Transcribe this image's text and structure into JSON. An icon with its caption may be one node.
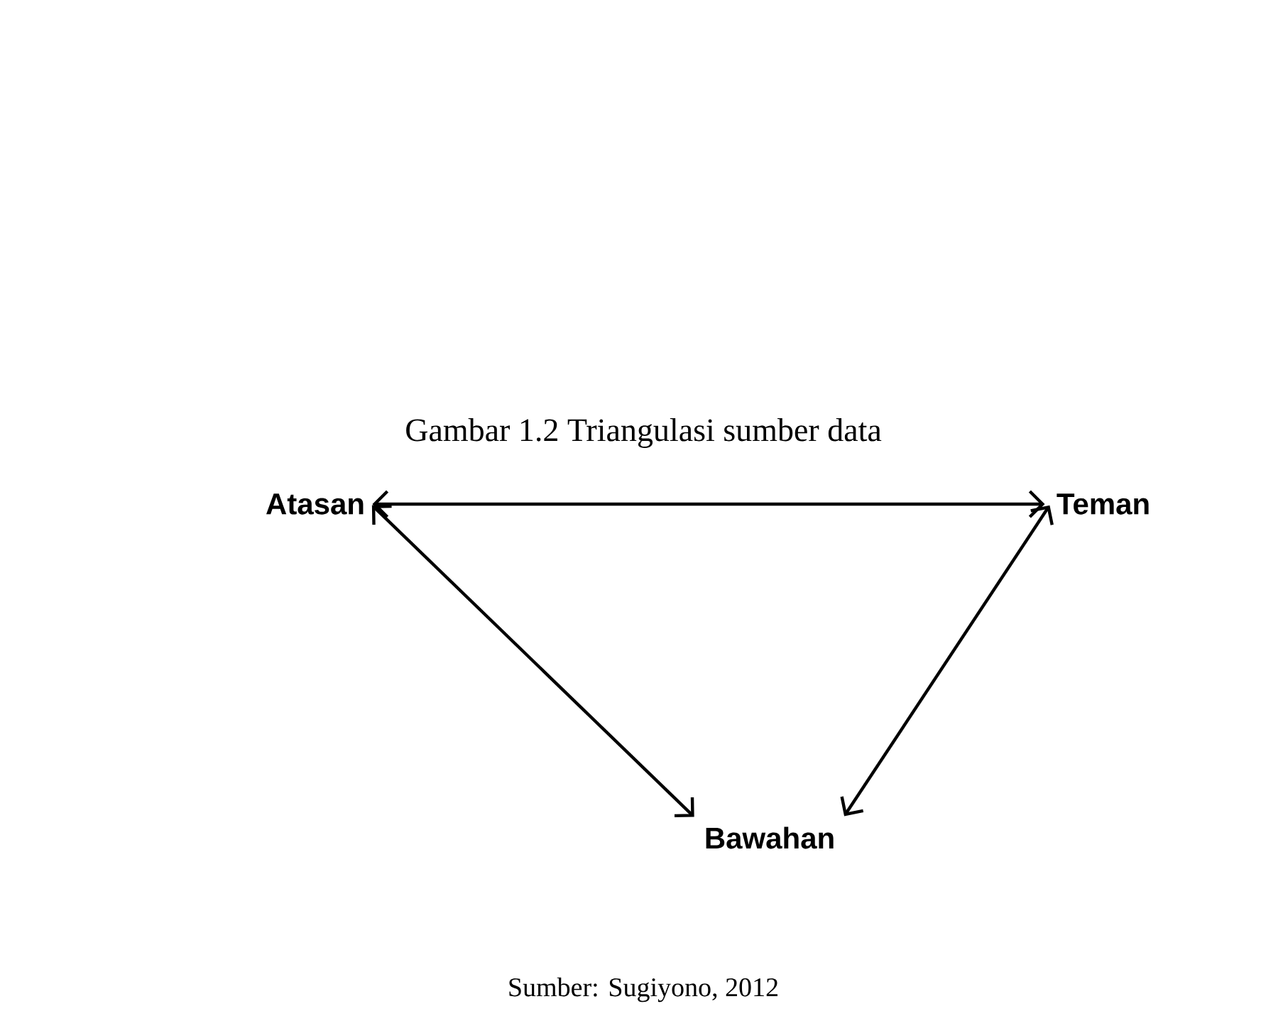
{
  "diagram": {
    "title": "Gambar 1.2 Triangulasi sumber data",
    "caption": "Sumber: Sugiyono, 2012",
    "nodes": [
      {
        "text": [
          "Atasan"
        ]
      },
      {
        "text": [
          "Teman"
        ]
      },
      {
        "text": [
          "Bawahan"
        ]
      }
    ],
    "edges": [
      {
        "from": 0,
        "to": 1,
        "arrow": "both"
      },
      {
        "from": 0,
        "to": 2,
        "arrow": "both"
      },
      {
        "from": 1,
        "to": 2,
        "arrow": "both"
      }
    ]
  }
}
